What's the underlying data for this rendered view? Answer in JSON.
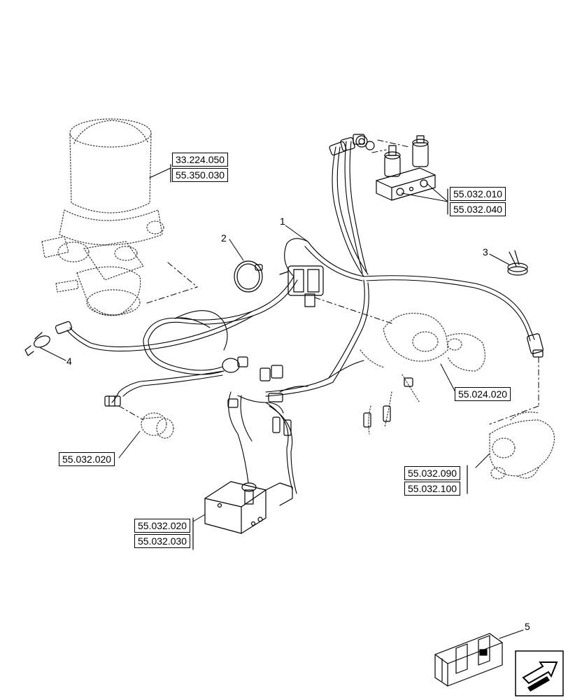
{
  "callouts": {
    "item1": "1",
    "item2": "2",
    "item3": "3",
    "item4": "4",
    "item5": "5"
  },
  "references": {
    "air_dryer_a": "33.224.050",
    "air_dryer_b": "55.350.030",
    "solenoid_valves_a": "55.032.010",
    "solenoid_valves_b": "55.032.040",
    "valve_assembly": "55.024.020",
    "pressure_switch": "55.032.020",
    "valve_block_a": "55.032.020",
    "valve_block_b": "55.032.030",
    "brake_valve_a": "55.032.090",
    "brake_valve_b": "55.032.100"
  }
}
